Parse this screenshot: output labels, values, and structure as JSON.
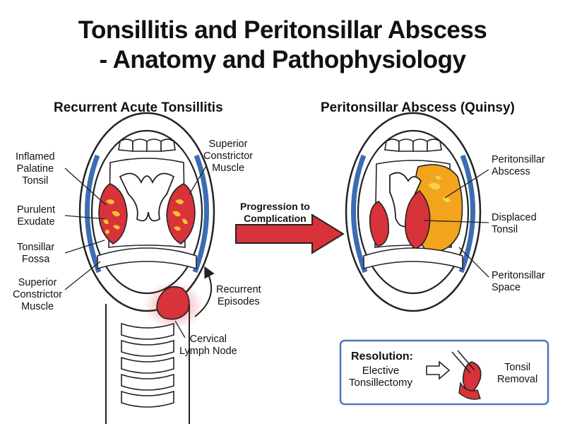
{
  "title": {
    "line1": "Tonsillitis and Peritonsillar Abscess",
    "line2": "- Anatomy and Pathophysiology"
  },
  "left_panel": {
    "title": "Recurrent Acute Tonsillitis",
    "labels": {
      "inflamed_tonsil": [
        "Inflamed",
        "Palatine",
        "Tonsil"
      ],
      "purulent_exudate": [
        "Purulent",
        "Exudate"
      ],
      "tonsillar_fossa": [
        "Tonsillar",
        "Fossa"
      ],
      "superior_constrictor_left": [
        "Superior",
        "Constrictor",
        "Muscle"
      ],
      "superior_constrictor_top": [
        "Superior",
        "Constrictor",
        "Muscle"
      ],
      "recurrent_episodes": [
        "Recurrent",
        "Episodes"
      ],
      "cervical_lymph_node": [
        "Cervical",
        "Lymph Node"
      ]
    }
  },
  "arrow": {
    "label": [
      "Progression to",
      "Complication"
    ]
  },
  "right_panel": {
    "title": "Peritonsillar Abscess (Quinsy)",
    "labels": {
      "peritonsillar_abscess": [
        "Peritonsillar",
        "Abscess"
      ],
      "displaced_tonsil": [
        "Displaced",
        "Tonsil"
      ],
      "peritonsillar_space": [
        "Peritonsillar",
        "Space"
      ]
    }
  },
  "resolution": {
    "title": "Resolution:",
    "procedure": [
      "Elective",
      "Tonsillectomy"
    ],
    "result": [
      "Tonsil",
      "Removal"
    ]
  },
  "colors": {
    "inflamed_red": "#d8323a",
    "pus_yellow": "#f6c232",
    "abscess_orange": "#f2a41c",
    "muscle_blue": "#3b6db3",
    "box_border": "#4b79b6"
  }
}
